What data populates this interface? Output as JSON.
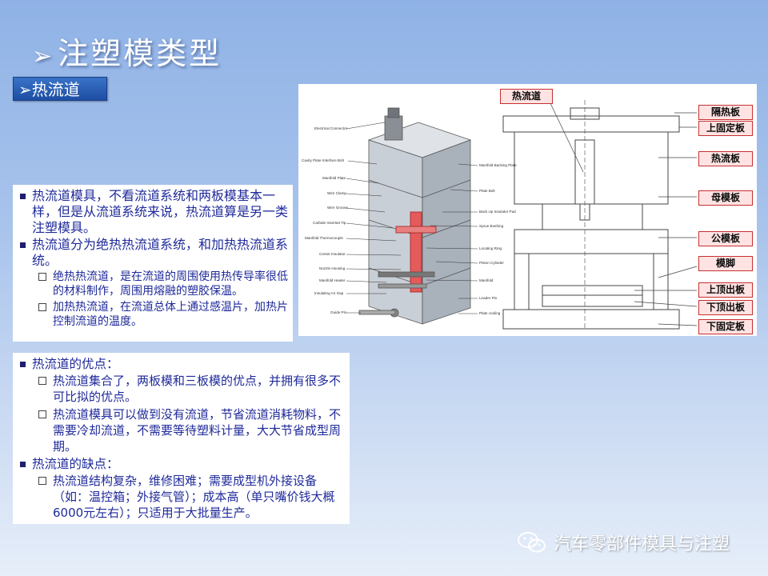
{
  "title": "注塑模类型",
  "title_arrow": "➢",
  "subtitle": "➢热流道",
  "box1": {
    "bullets": [
      "热流道模具，不看流道系统和两板模基本一样，但是从流道系统来说，热流道算是另一类注塑模具。",
      "热流道分为绝热热流道系统，和加热热流道系统。"
    ],
    "sub_items": [
      "绝热热流道，是在流道的周围使用热传导率很低的材料制作，周围用熔融的塑胶保温。",
      "加热热流道，在流道总体上通过感温片，加热片控制流道的温度。"
    ]
  },
  "box2": {
    "adv_heading": "热流道的优点：",
    "adv_items": [
      "热流道集合了，两板模和三板模的优点，并拥有很多不可比拟的优点。",
      "热流道模具可以做到没有流道，节省流道消耗物料，不需要冷却流道，不需要等待塑料计量，大大节省成型周期。"
    ],
    "dis_heading": "热流道的缺点：",
    "dis_items": [
      "热流道结构复杂，维修困难；需要成型机外接设备（如：温控箱；外接气管）；成本高（单只嘴价钱大概6000元左右）；只适用于大批量生产。"
    ]
  },
  "figure": {
    "left_labels": [
      "Electrical Connector",
      "Cavity Plate Interface Bolt",
      "Manifold Plate",
      "Wire Clamp",
      "Wire Groove",
      "Carbide Inserted Tip",
      "Manifold Thermocouple",
      "Center Insulator",
      "Nozzle Housing",
      "Manifold Heater",
      "Insulating Air Gap",
      "Guide Pin"
    ],
    "right_labels": [
      "Manifold Backing Plate",
      "Plate Bolt",
      "Back Up Insulator Pad",
      "Sprue Bushing",
      "Locating Ring",
      "Piston Cylinder",
      "Manifold",
      "Leader Pin",
      "Plate cooling"
    ],
    "hot_runner_label": "热流道",
    "plate_labels": [
      "隔热板",
      "上固定板",
      "热流板",
      "母模板",
      "公模板",
      "模脚",
      "上顶出板",
      "下顶出板",
      "下固定板"
    ]
  },
  "watermark": "汽车零部件模具与注塑"
}
